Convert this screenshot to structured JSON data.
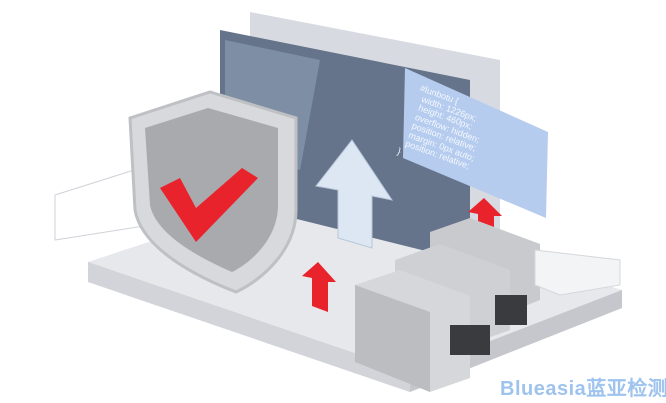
{
  "code_panel": {
    "lines": [
      "#lunbotu {",
      "  width: 1226px;",
      "  height: 460px;",
      "  overflow: hidden;",
      "  position: relative;",
      "  margin: 0px auto;",
      "  position: relative;",
      "}"
    ]
  },
  "watermark": "Blueasia蓝亚检测",
  "colors": {
    "accent_red": "#e8232b",
    "platform": "#e9eaee",
    "screen": "#5d6c80",
    "panel": "#b7cdef"
  }
}
